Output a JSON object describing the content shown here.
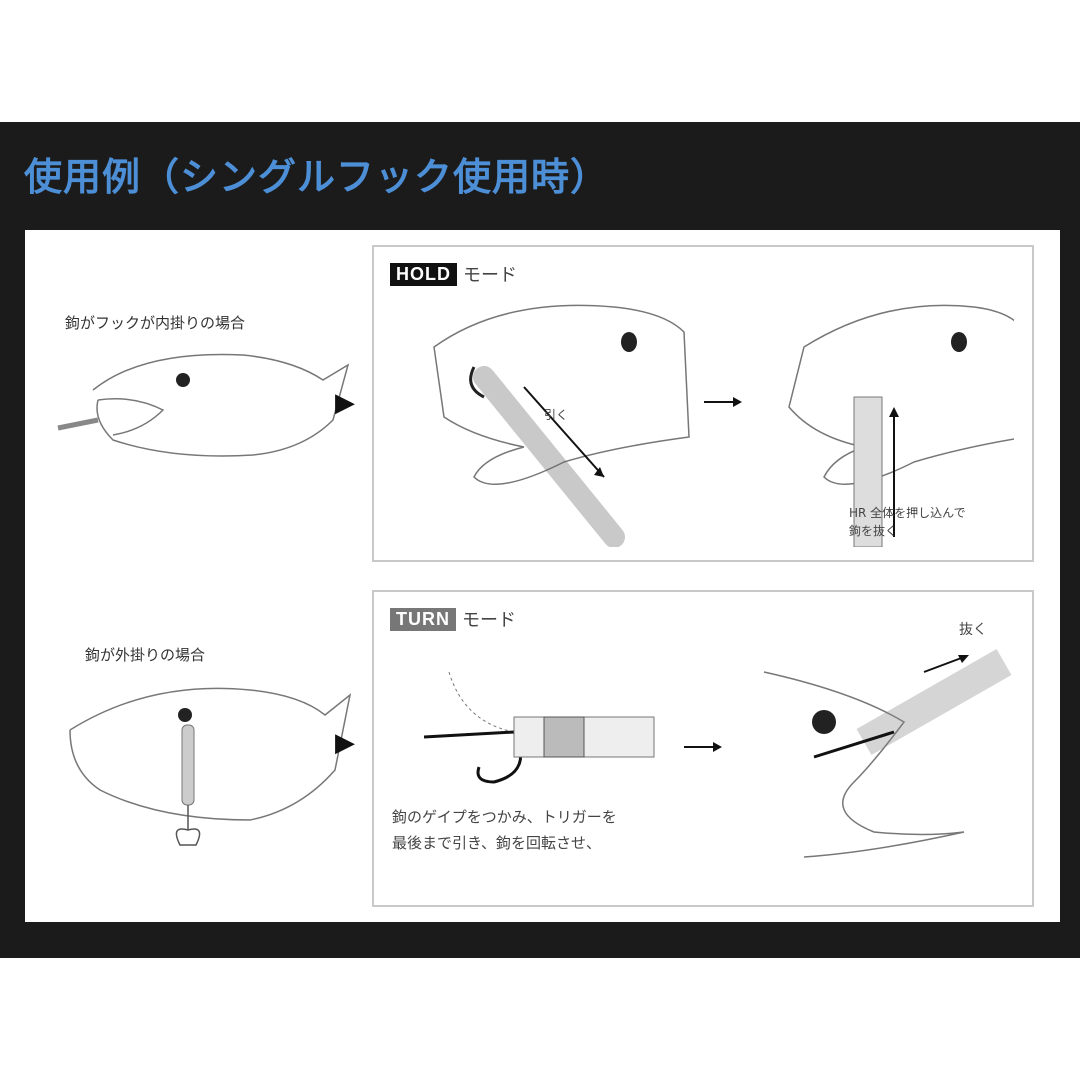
{
  "title": "使用例（シングルフック使用時）",
  "hold": {
    "case_label": "鉤がフックが内掛りの場合",
    "tag": "HOLD",
    "mode_label": "モード",
    "pull_label": "引く",
    "note": [
      "HR 全体を押し込んで",
      "鉤を抜く"
    ]
  },
  "turn": {
    "case_label": "鉤が外掛りの場合",
    "tag": "TURN",
    "mode_label": "モード",
    "pull_label": "抜く",
    "instructions": [
      "鉤のゲイプをつかみ、トリガーを",
      "最後まで引き、鉤を回転させ、"
    ]
  },
  "colors": {
    "title": "#4d8fd6",
    "band": "#1b1b1b"
  }
}
